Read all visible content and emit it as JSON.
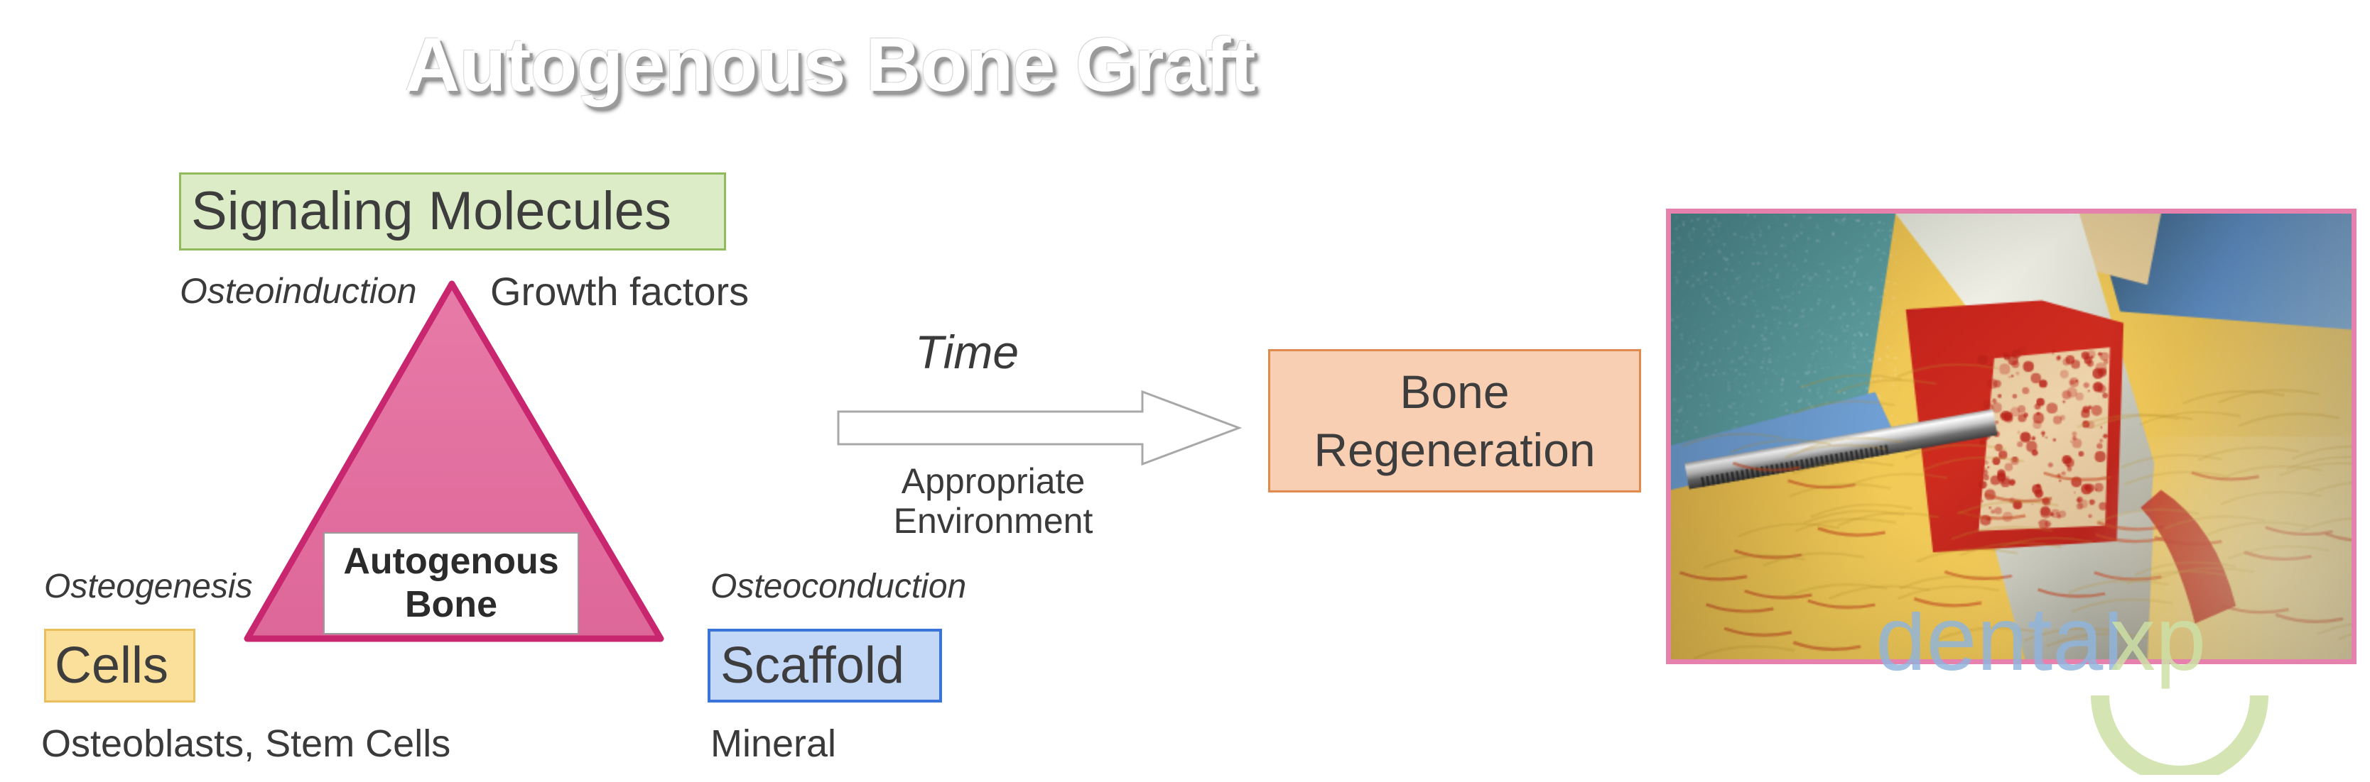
{
  "title": "Autogenous Bone Graft",
  "diagram": {
    "triangle": {
      "center_label_line1": "Autogenous",
      "center_label_line2": "Bone",
      "fill_color": "#e26f9f",
      "border_color": "#c8266f"
    },
    "vertices": [
      {
        "id": "signaling-molecules",
        "box_label": "Signaling Molecules",
        "mechanism": "Osteoinduction",
        "example": "Growth factors",
        "box_fill": "#dcecc6",
        "box_border": "#8fbb5c"
      },
      {
        "id": "cells",
        "box_label": "Cells",
        "mechanism": "Osteogenesis",
        "example": "Osteoblasts, Stem Cells",
        "box_fill": "#fae09a",
        "box_border": "#e8bf5c"
      },
      {
        "id": "scaffold",
        "box_label": "Scaffold",
        "mechanism": "Osteoconduction",
        "example": "Mineral",
        "box_fill": "#c3d7f7",
        "box_border": "#3b74d8"
      }
    ],
    "arrow": {
      "label_above": "Time",
      "label_below_line1": "Appropriate",
      "label_below_line2": "Environment",
      "stroke_color": "#9a9a9a",
      "fill_color": "#ffffff"
    },
    "outcome": {
      "line1": "Bone",
      "line2": "Regeneration",
      "box_fill": "#f9cfb4",
      "box_border": "#e08a4e"
    }
  },
  "photo": {
    "alt_description": "Intraoperative photograph of an autogenous bone graft being harvested with a surgical instrument",
    "frame_color": "#e681ae"
  },
  "watermark": {
    "text_primary": "dental",
    "text_secondary": "xp",
    "color_primary": "#8fb4dd",
    "color_secondary": "#d7e5b0"
  }
}
